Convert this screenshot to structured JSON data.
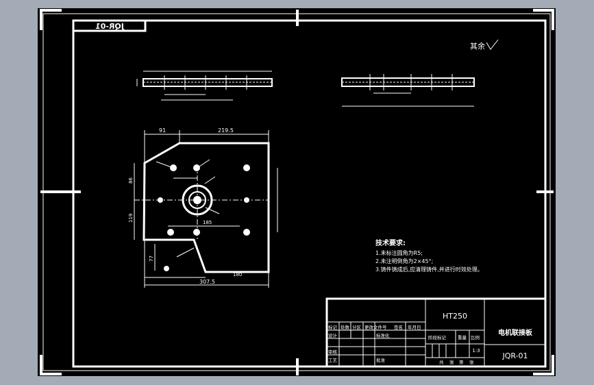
{
  "drawing_number_tab": "JQR-01",
  "surface_finish_note": "其余",
  "dimensions": {
    "top_left": "91",
    "top_right": "219.5",
    "left_upper": "86",
    "left_lower": "119",
    "bottom_inner": "180",
    "bottom_overall": "307.5",
    "center_span": "185",
    "notch_height": "77"
  },
  "tech_requirements": {
    "title": "技术要求:",
    "items": [
      "1.未标注圆角为R5;",
      "2.未注明倒角为2×45°;",
      "3.铸件铸成后,应清理铸件,并进行时效处理。"
    ]
  },
  "title_block": {
    "material": "HT250",
    "part_name": "电机联接板",
    "drawing_number": "JQR-01",
    "scale": "1:3",
    "labels": {
      "mark": "标记",
      "count": "处数",
      "zone": "分区",
      "change_doc": "更改文件号",
      "signature": "签名",
      "date": "年月日",
      "designer": "设计",
      "standardization": "标准化",
      "stage_mark": "阶段标记",
      "weight": "重量",
      "ratio": "比例",
      "review": "审核",
      "process": "工艺",
      "approve": "批准",
      "total": "共",
      "sheet": "张",
      "page_no": "第"
    }
  },
  "colors": {
    "background": "#a3abb7",
    "paper": "#000000",
    "lines": "#ffffff"
  }
}
